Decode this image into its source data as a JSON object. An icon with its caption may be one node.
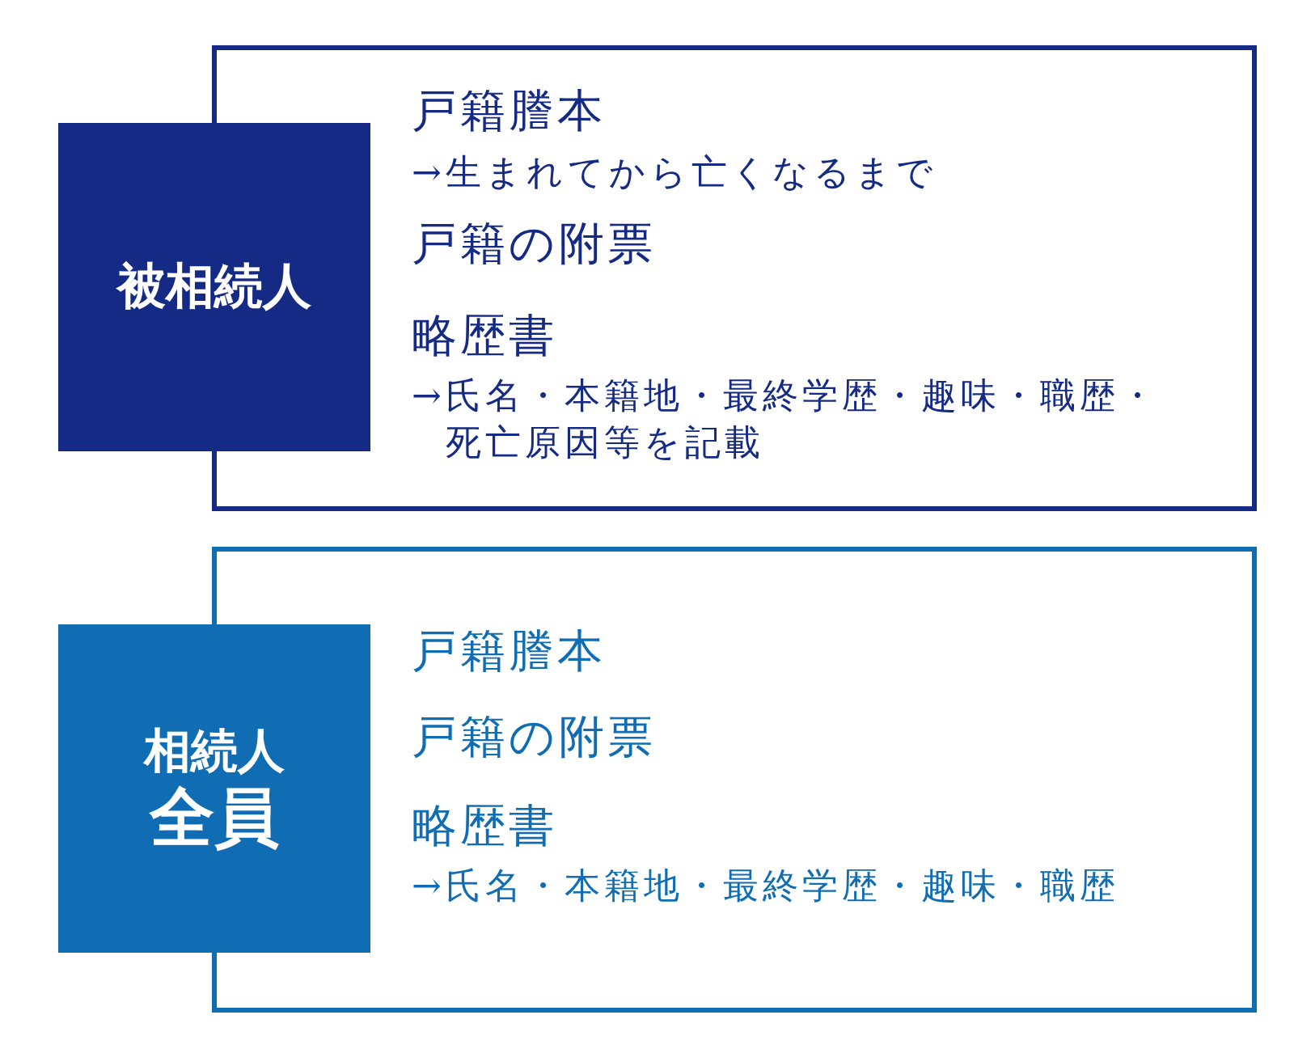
{
  "diagram": {
    "nodes": [
      {
        "text": [
          "被相続人"
        ]
      },
      {
        "text": [
          "戸籍謄本",
          "→生まれてから亡くなるまで",
          "戸籍の附票",
          "略歴書",
          "→氏名・本籍地・最終学歴・趣味・職歴・死亡原因等を記載"
        ]
      },
      {
        "text": [
          "相続人",
          "全員"
        ]
      },
      {
        "text": [
          "戸籍謄本",
          "戸籍の附票",
          "略歴書",
          "→氏名・本籍地・最終学歴・趣味・職歴"
        ]
      }
    ]
  }
}
